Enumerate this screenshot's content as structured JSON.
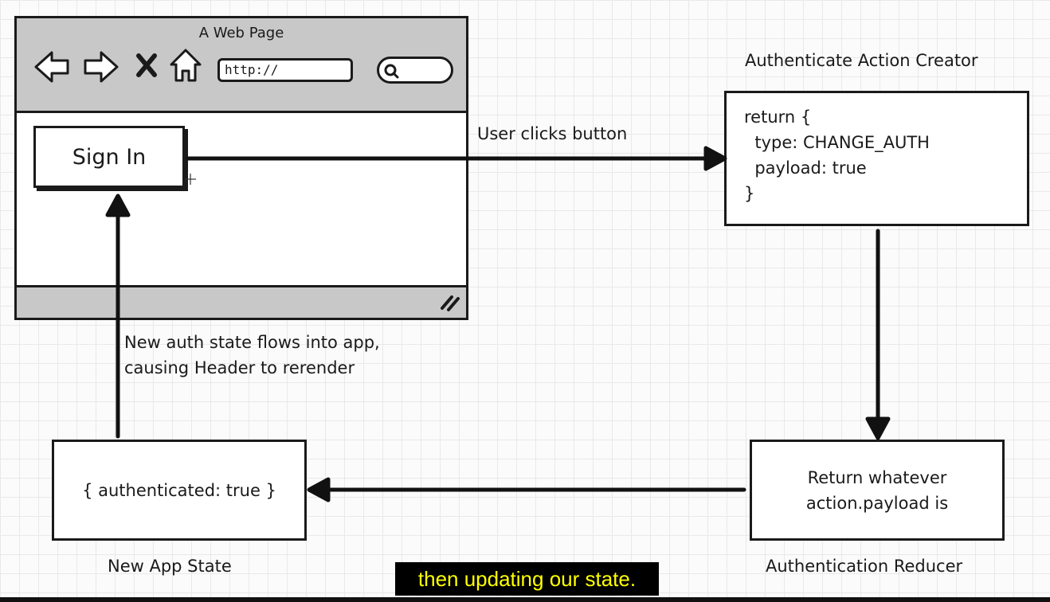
{
  "browser": {
    "title": "A Web Page",
    "url_value": "http://",
    "sign_in_label": "Sign In"
  },
  "flow": {
    "click_label": "User clicks button",
    "return_flow_label_line1": "New auth state flows into app,",
    "return_flow_label_line2": "causing Header to rerender"
  },
  "action_creator": {
    "title": "Authenticate Action Creator",
    "code": "return {\n  type: CHANGE_AUTH\n  payload: true\n}"
  },
  "reducer": {
    "title": "Authentication Reducer",
    "body": "Return whatever\naction.payload is"
  },
  "app_state": {
    "title": "New App State",
    "body": "{ authenticated: true }"
  },
  "caption": "then updating our state.",
  "icons": [
    "back-arrow-icon",
    "forward-arrow-icon",
    "close-icon",
    "home-icon",
    "search-icon",
    "resize-grip-icon"
  ]
}
